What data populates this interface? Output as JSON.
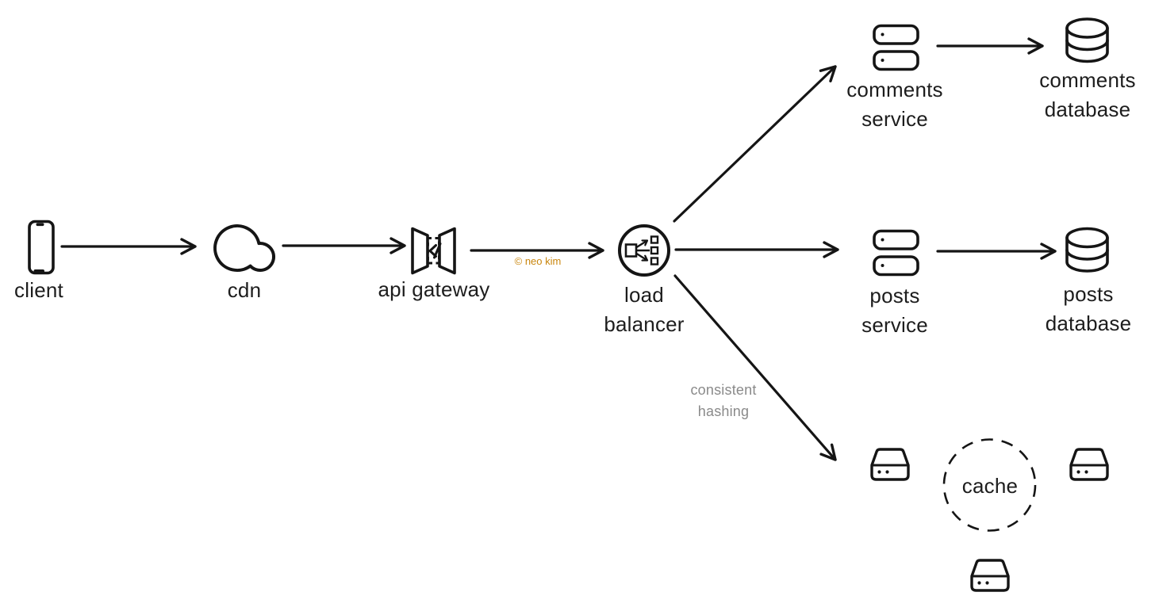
{
  "nodes": {
    "client": {
      "label": "client",
      "icon": "smartphone-icon"
    },
    "cdn": {
      "label": "cdn",
      "icon": "cloud-icon"
    },
    "api_gateway": {
      "label": "api gateway",
      "icon": "api-gateway-icon"
    },
    "load_balancer": {
      "lines": [
        "load",
        "balancer"
      ],
      "icon": "load-balancer-icon"
    },
    "comments_service": {
      "lines": [
        "comments",
        "service"
      ],
      "icon": "server-stack-icon"
    },
    "comments_database": {
      "lines": [
        "comments",
        "database"
      ],
      "icon": "database-cylinder-icon"
    },
    "posts_service": {
      "lines": [
        "posts",
        "service"
      ],
      "icon": "server-stack-icon"
    },
    "posts_database": {
      "lines": [
        "posts",
        "database"
      ],
      "icon": "database-cylinder-icon"
    },
    "cache": {
      "label": "cache",
      "icon": "cache-node-icon",
      "replica_icons_shown": 3,
      "ring_style": "dashed-circle"
    }
  },
  "edges": [
    {
      "from": "client",
      "to": "cdn"
    },
    {
      "from": "cdn",
      "to": "api_gateway"
    },
    {
      "from": "api_gateway",
      "to": "load_balancer"
    },
    {
      "from": "load_balancer",
      "to": "comments_service"
    },
    {
      "from": "comments_service",
      "to": "comments_database"
    },
    {
      "from": "load_balancer",
      "to": "posts_service"
    },
    {
      "from": "posts_service",
      "to": "posts_database"
    },
    {
      "from": "load_balancer",
      "to": "cache",
      "label": "consistent hashing"
    }
  ],
  "annotation": {
    "lines": [
      "consistent",
      "hashing"
    ]
  },
  "watermark": {
    "text": "© neo kim"
  },
  "colors": {
    "ink": "#151515",
    "text": "#1d1d1d",
    "muted_text": "#8a8a8a",
    "watermark": "#c9860e",
    "background": "#ffffff"
  }
}
